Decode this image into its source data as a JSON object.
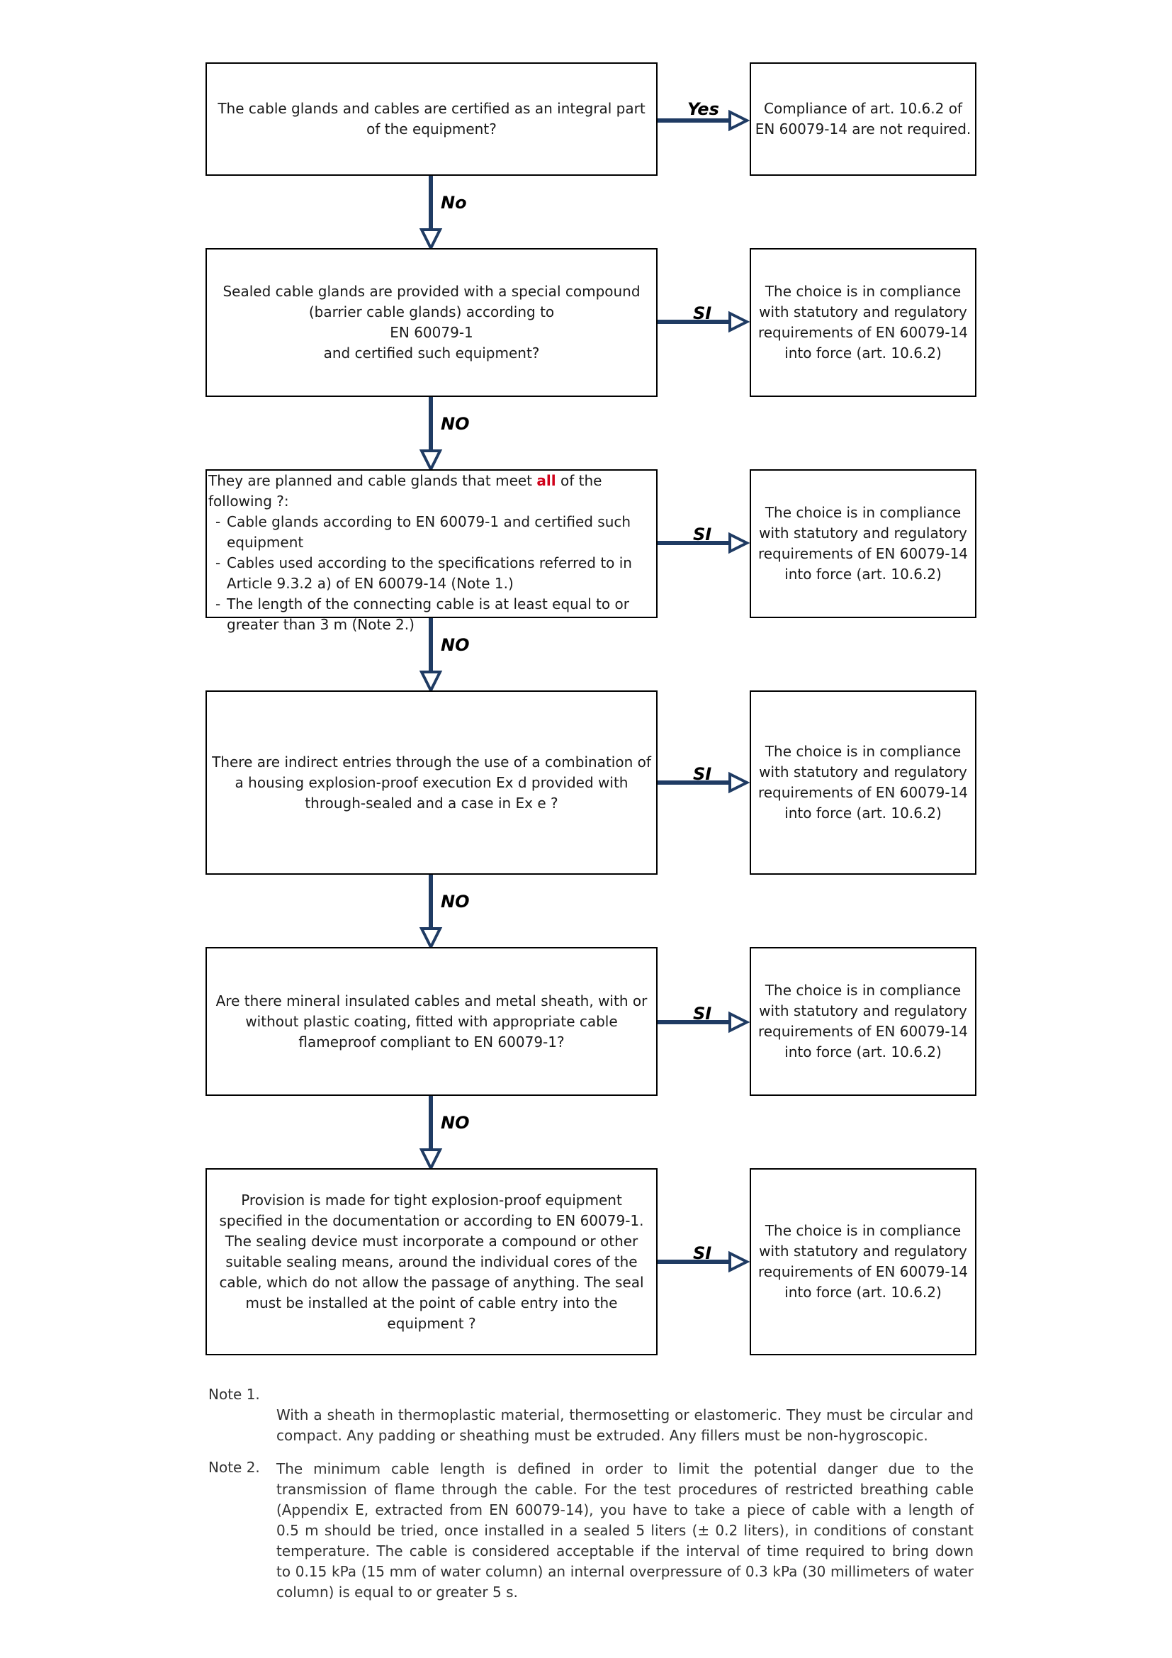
{
  "flowchart": {
    "steps": [
      {
        "question_lines": [
          "The cable glands and cables are certified as an integral part",
          "of the equipment?"
        ],
        "branch_label": "Yes",
        "answer_lines": [
          "Compliance of art. 10.6.2 of",
          "EN 60079-14 are not required."
        ],
        "down_label": "No"
      },
      {
        "question_lines": [
          "Sealed cable glands are provided with a special compound",
          "(barrier cable glands) according to",
          "EN 60079-1",
          "and certified such equipment?"
        ],
        "branch_label": "SI",
        "answer_lines": [
          "The choice is in compliance",
          "with statutory and regulatory",
          "requirements of EN 60079-14",
          "into force (art. 10.6.2)"
        ],
        "down_label": "NO"
      },
      {
        "lead_before": "They are planned and cable glands that meet ",
        "lead_emphasis": "all",
        "lead_after": " of the",
        "lead_line2": "following ?:",
        "bullets": [
          [
            "Cable glands according to EN 60079-1 and certified such",
            "equipment"
          ],
          [
            "Cables used according to the specifications referred to in",
            "Article 9.3.2 a) of EN 60079-14 (Note 1.)"
          ],
          [
            "The length of the connecting cable is at least equal to or",
            "greater than 3 m (Note 2.)"
          ]
        ],
        "branch_label": "SI",
        "answer_lines": [
          "The choice is in compliance",
          "with statutory and regulatory",
          "requirements of EN 60079-14",
          "into force (art. 10.6.2)"
        ],
        "down_label": "NO"
      },
      {
        "question_lines": [
          "There are indirect entries through the use of a combination of",
          "a housing explosion-proof execution Ex d provided with",
          "through-sealed and a case in Ex e ?"
        ],
        "branch_label": "SI",
        "answer_lines": [
          "The choice is in compliance",
          "with statutory and regulatory",
          "requirements of EN 60079-14",
          "into force (art. 10.6.2)"
        ],
        "down_label": "NO"
      },
      {
        "question_lines": [
          "Are there mineral insulated cables and metal sheath, with or",
          "without plastic coating, fitted with appropriate cable",
          "flameproof compliant to EN 60079-1?"
        ],
        "branch_label": "SI",
        "answer_lines": [
          "The choice is in compliance",
          "with statutory and regulatory",
          "requirements of EN 60079-14",
          "into force (art. 10.6.2)"
        ],
        "down_label": "NO"
      },
      {
        "question_lines": [
          "Provision is made for tight explosion-proof equipment",
          "specified in the documentation or according to EN 60079-1.",
          "The sealing device must incorporate a compound or other",
          "suitable sealing means, around the individual cores of the",
          "cable, which do not allow the passage of anything. The seal",
          "must be installed at the point of cable entry into the",
          "equipment ?"
        ],
        "branch_label": "SI",
        "answer_lines": [
          "The choice is in compliance",
          "with statutory and regulatory",
          "requirements of EN 60079-14",
          "into force (art. 10.6.2)"
        ]
      }
    ]
  },
  "notes": [
    {
      "label": "Note 1.",
      "lines": [
        "With a sheath in thermoplastic material, thermosetting or elastomeric. They must be circular and",
        "compact. Any padding or sheathing must be extruded. Any fillers must be non-hygroscopic."
      ]
    },
    {
      "label": "Note 2.",
      "lines": [
        "The minimum cable length is defined in order to limit the potential danger due to the",
        "transmission of flame through the cable. For the test procedures of restricted breathing cable",
        "(Appendix E, extracted from EN 60079-14), you have to take a piece of cable with a length of",
        "0.5 m should be tried, once installed in a sealed 5 liters (± 0.2 liters), in conditions of constant",
        "temperature. The cable is considered acceptable if the interval of time required to bring down",
        "to 0.15 kPa (15 mm of water column) an internal overpressure of 0.3 kPa (30 millimeters of water",
        "column) is equal to or greater 5 s."
      ]
    }
  ],
  "colors": {
    "arrow_stroke": "#1f3b63",
    "emphasis": "#d0021b",
    "box_border": "#000000"
  }
}
